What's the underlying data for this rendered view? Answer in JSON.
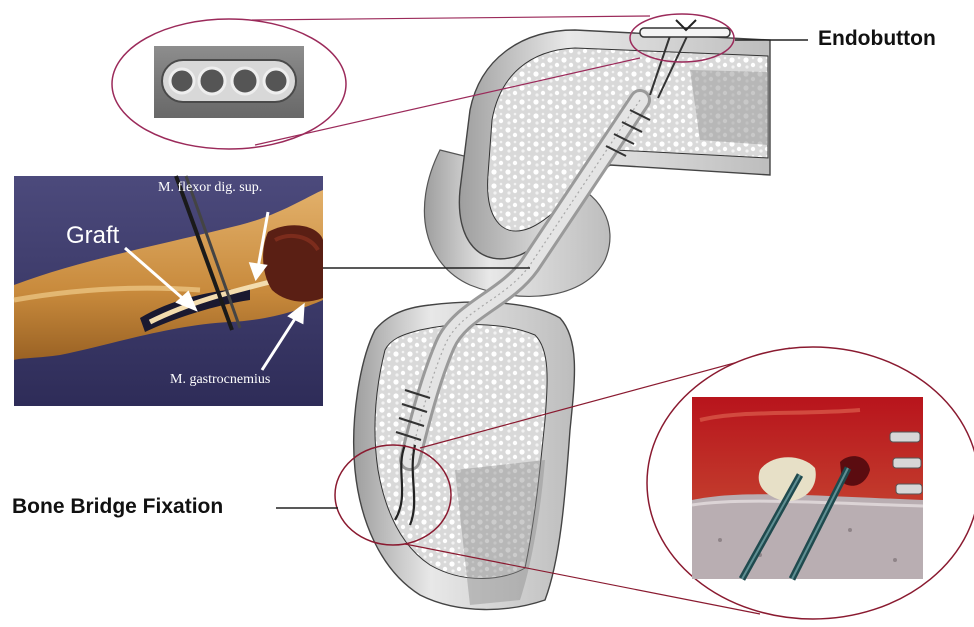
{
  "labels": {
    "endobutton": "Endobutton",
    "bone_bridge": "Bone Bridge Fixation"
  },
  "graft_photo": {
    "graft": "Graft",
    "flexor": "M. flexor dig. sup.",
    "gastrocnemius": "M. gastrocnemius"
  },
  "colors": {
    "callout_ellipse": "#9b2a5a",
    "callout_line_dark": "#8a1a30",
    "leader": "#222222",
    "bone_cortex": "#f2f2f2",
    "bone_cancellous": "#cfcfcf",
    "photo_background": "#3b3a6b",
    "tendon": "#c98a3e",
    "surgical_red": "#a4141b"
  },
  "icons": {
    "endobutton_photo": "endobutton-plate-icon",
    "surgical_photo": "bone-bridge-surgical-photo",
    "graft_photo": "graft-harvest-photo",
    "knee_illustration": "knee-joint-illustration"
  }
}
